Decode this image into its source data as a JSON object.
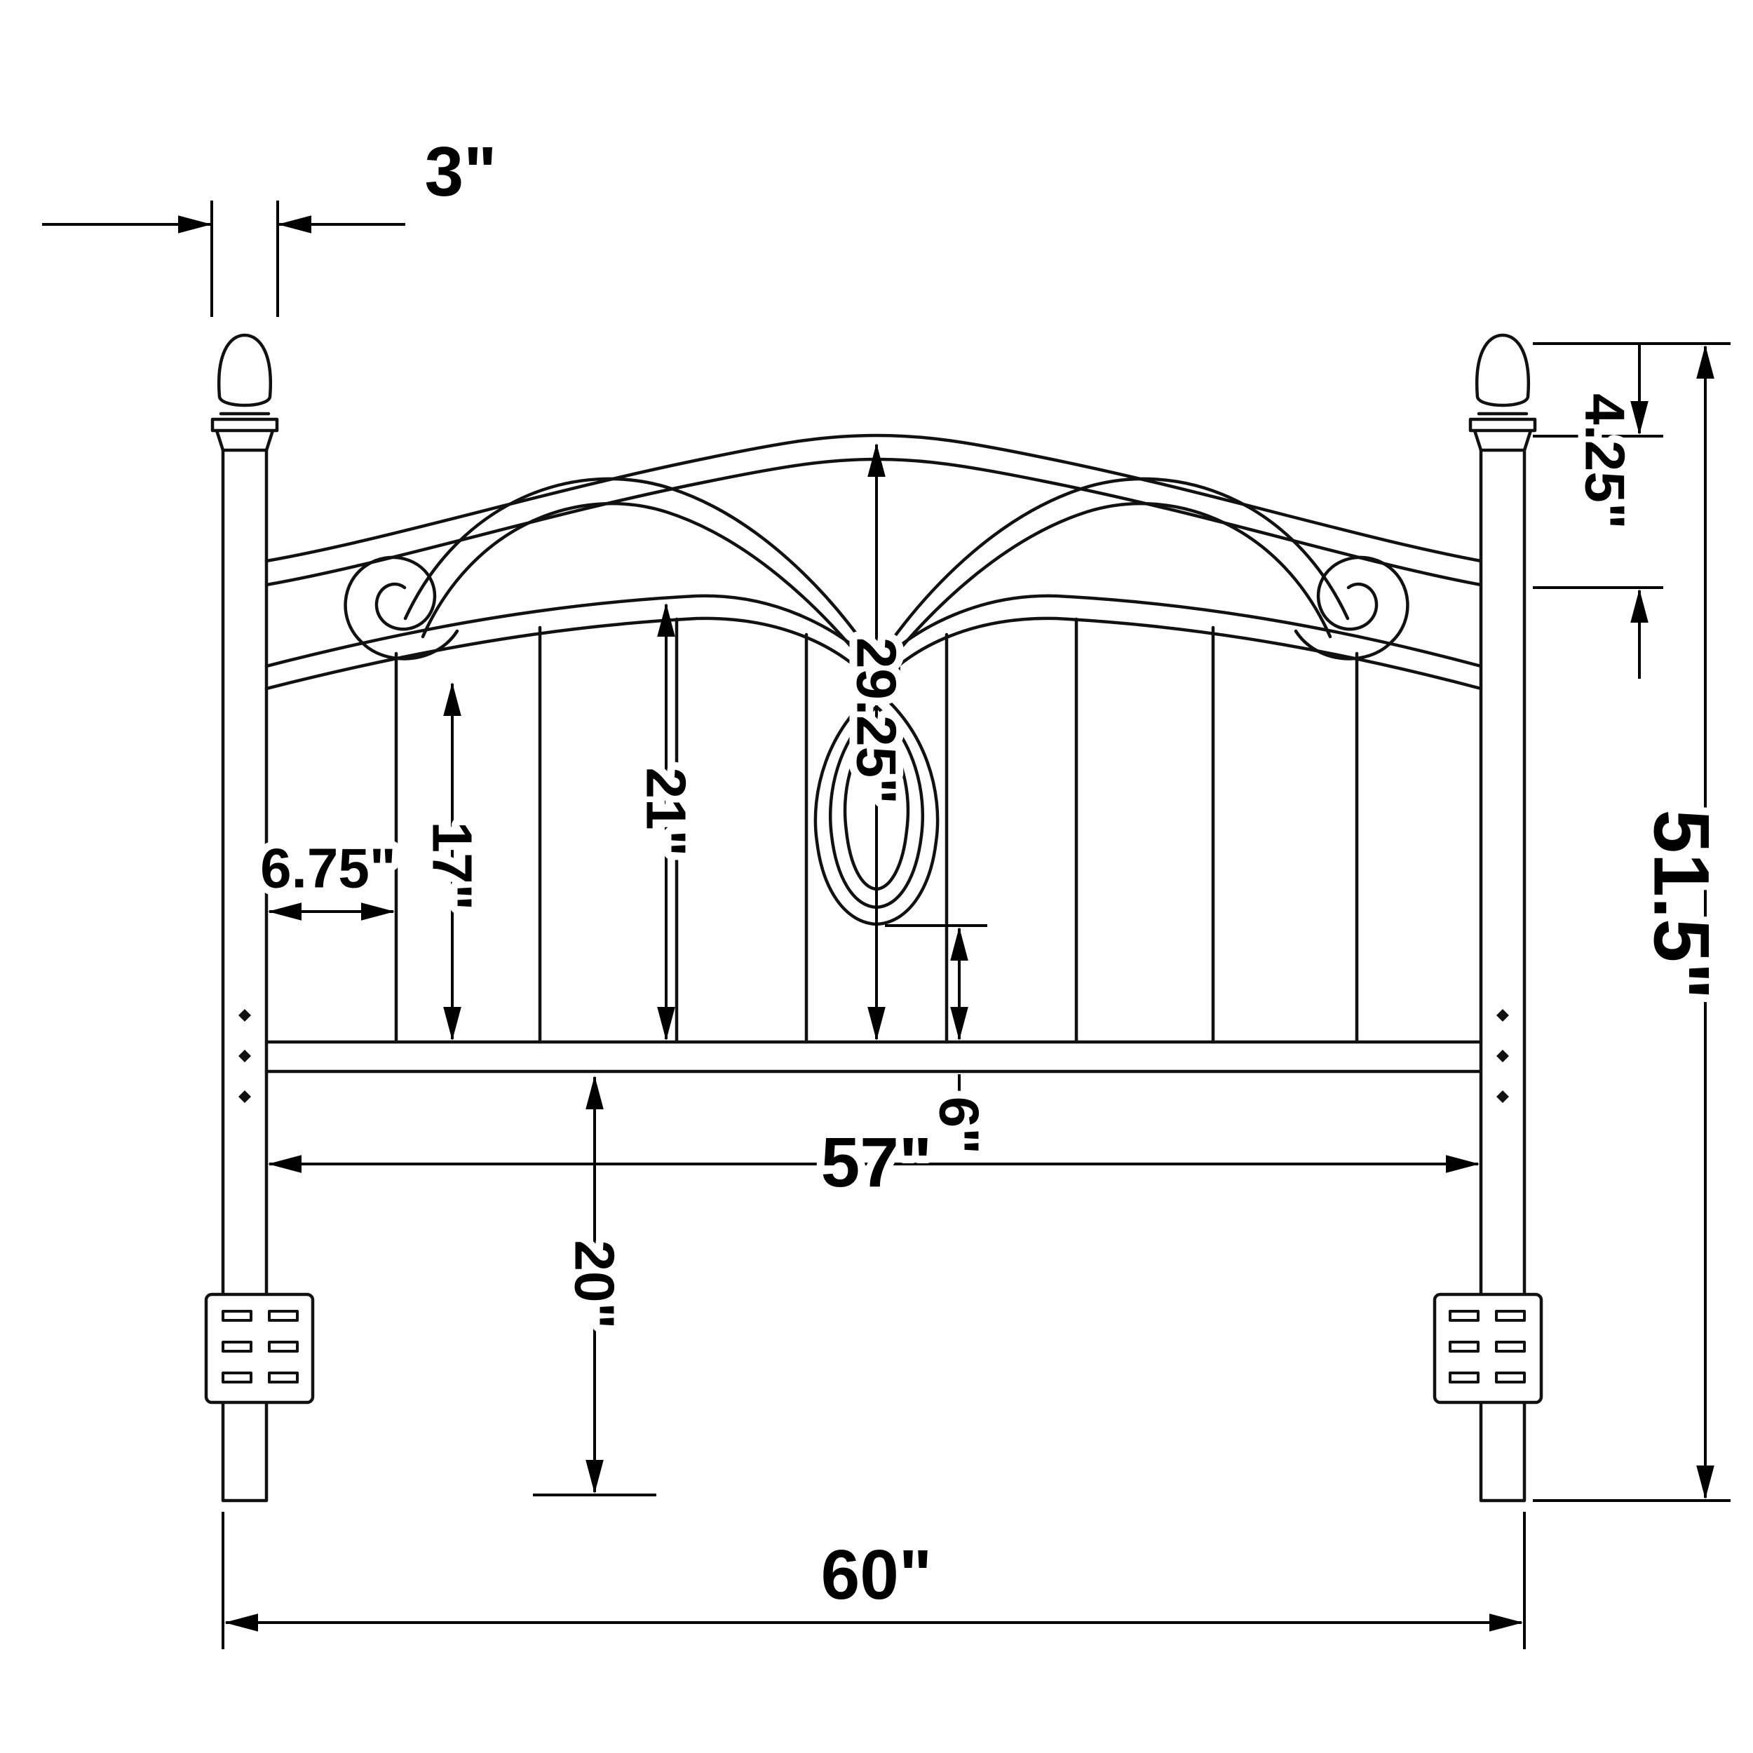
{
  "colors": {
    "line": "#000000",
    "background": "#ffffff"
  },
  "dimensions": {
    "post_top_width": "3\"",
    "finial_height": "4.25\"",
    "center_arch_height": "29.25\"",
    "overall_height": "51.5\"",
    "post_to_first_spindle": "6.75\"",
    "short_spindle_height": "17\"",
    "tall_spindle_height": "21\"",
    "pendant_to_rail": "6\"",
    "inner_width": "57\"",
    "rail_to_floor": "20\"",
    "overall_width": "60\""
  }
}
